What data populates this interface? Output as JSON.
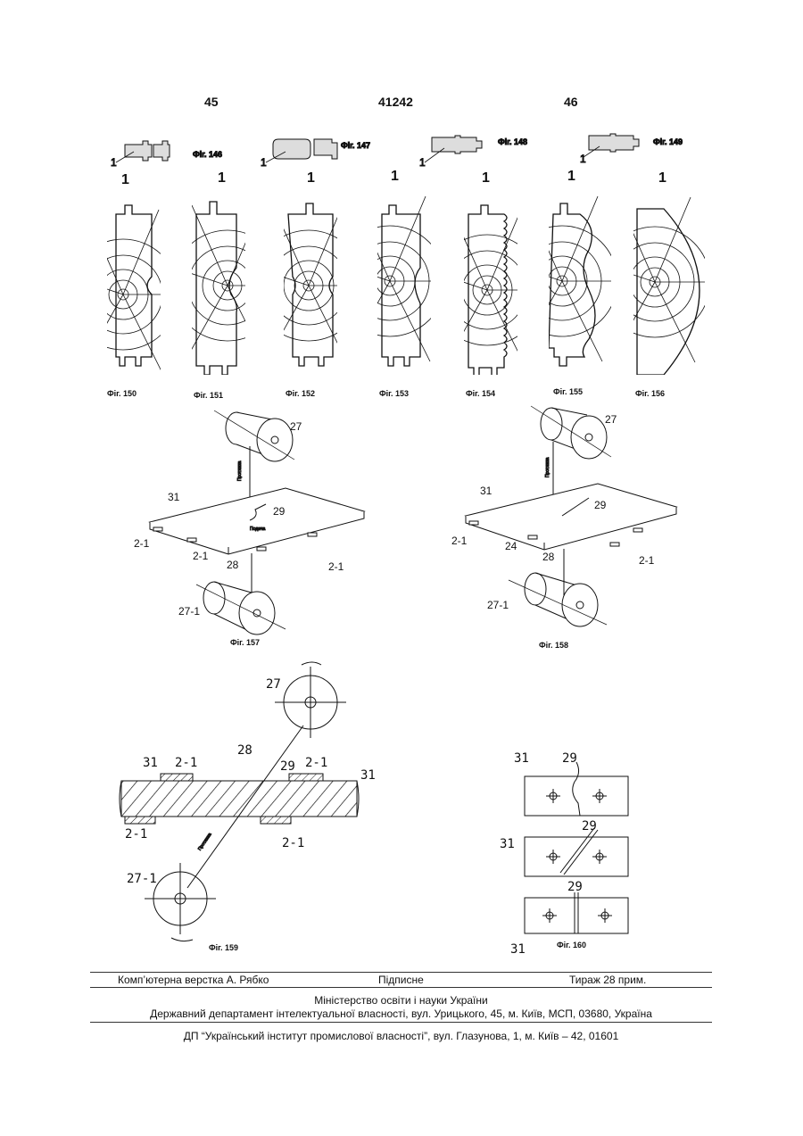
{
  "header": {
    "left_page": "45",
    "patent_number": "41242",
    "right_page": "46"
  },
  "figures": {
    "fig146": "Фіг. 146",
    "fig147": "Фіг. 147",
    "fig148": "Фіг. 148",
    "fig149": "Фіг. 149",
    "fig150": "Фіг. 150",
    "fig151": "Фіг. 151",
    "fig152": "Фіг. 152",
    "fig153": "Фіг. 153",
    "fig154": "Фіг. 154",
    "fig155": "Фіг. 155",
    "fig156": "Фіг. 156",
    "fig157": "Фіг. 157",
    "fig158": "Фіг. 158",
    "fig159": "Фіг. 159",
    "fig160": "Фіг. 160"
  },
  "refs": {
    "r1": "1",
    "r2_1": "2-1",
    "r24": "24",
    "r27": "27",
    "r27_1": "27-1",
    "r28": "28",
    "r29": "29",
    "r31": "31"
  },
  "small_text": {
    "protyazhka": "Протяжка",
    "podacha": "Подача"
  },
  "footer": {
    "layout": "Комп’ютерна верстка А. Рябко",
    "signed": "Підписне",
    "circulation": "Тираж 28 прим.",
    "ministry": "Міністерство освіти і науки України",
    "department": "Державний департамент інтелектуальної власності, вул. Урицького, 45, м. Київ, МСП, 03680, Україна",
    "institute": "ДП “Український інститут промислової власності”, вул. Глазунова, 1, м. Київ – 42, 01601"
  }
}
